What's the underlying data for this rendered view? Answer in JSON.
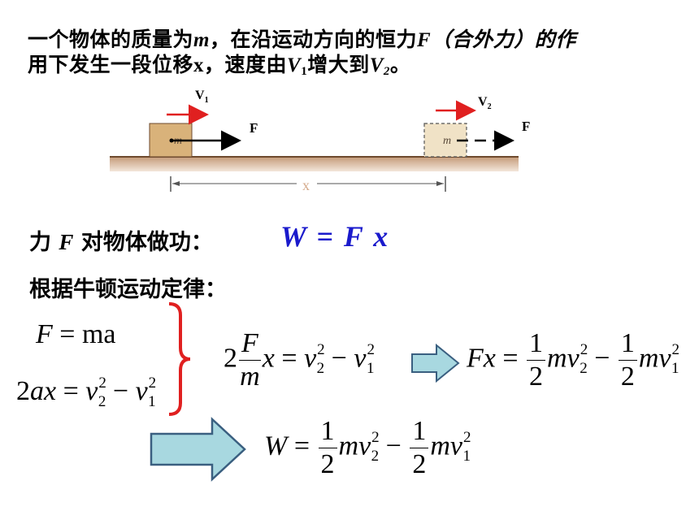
{
  "intro": {
    "line1_a": "一个物体的质量为",
    "m": "m",
    "line1_b": "，在沿运动方向的恒力",
    "F": "F",
    "line1_c": "（合外力）的作",
    "line2_a": "用下发生一段位移",
    "x": "x",
    "line2_b": "，速度由",
    "V1": "V",
    "sub1": "1",
    "line2_c": "增大到",
    "V2": "V",
    "sub2": "2",
    "line2_d": "。"
  },
  "diagram": {
    "v1_label": "V",
    "v1_sub": "1",
    "v2_label": "V",
    "v2_sub": "2",
    "force1_label": "F",
    "force2_label": "F",
    "mass1_label": "m",
    "mass2_label": "m",
    "displacement_label": "x",
    "colors": {
      "velocity_arrow": "#e02020",
      "ground": "#b08866",
      "block": "#d9b27a",
      "dim_line": "#555555"
    }
  },
  "work": {
    "prefix": "力 ",
    "F": "F",
    "suffix": " 对物体做功：",
    "formula": "W  =  F x"
  },
  "newton_heading": "根据牛顿运动定律：",
  "equations": {
    "eq1": "F = ma",
    "eq2": "2ax = v",
    "brace_color": "#e02020"
  },
  "arrows": {
    "fill": "#a8d8e0",
    "stroke": "#3a5f80"
  }
}
